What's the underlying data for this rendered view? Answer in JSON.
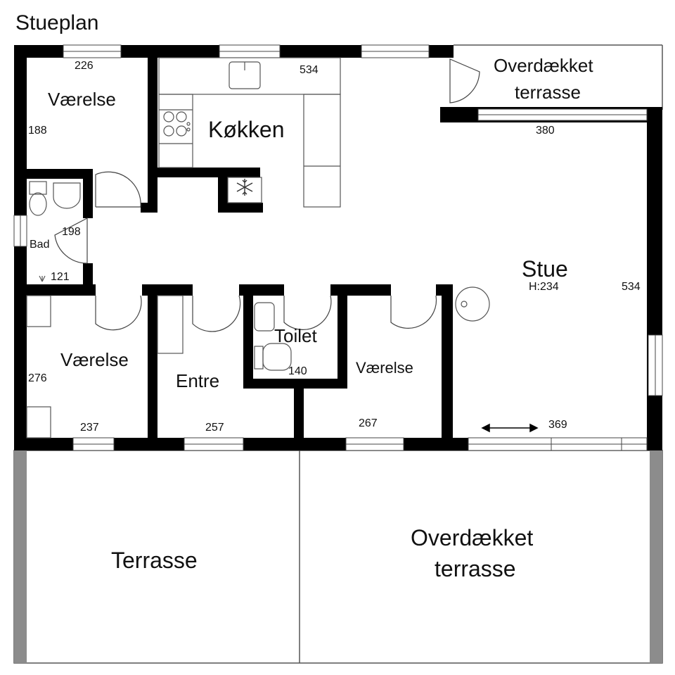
{
  "title": "Stueplan",
  "rooms": {
    "vaerelse_top": "Værelse",
    "kokken": "Køkken",
    "overdaekket_top_line1": "Overdækket",
    "overdaekket_top_line2": "terrasse",
    "bad": "Bad",
    "stue": "Stue",
    "stue_height": "H:234",
    "vaerelse_left": "Værelse",
    "entre": "Entre",
    "toilet": "Toilet",
    "vaerelse_mid": "Værelse",
    "terrasse": "Terrasse",
    "overdaekket_bottom_line1": "Overdækket",
    "overdaekket_bottom_line2": "terrasse"
  },
  "dimensions": {
    "vaerelse_top_width": "226",
    "vaerelse_top_depth": "188",
    "kitchen_width": "534",
    "terrace_top_width": "380",
    "bad_depth": "198",
    "bad_width": "121",
    "stue_depth": "534",
    "vaerelse_left_depth": "276",
    "toilet_width": "140",
    "vaerelse_left_width": "237",
    "entre_width": "257",
    "vaerelse_mid_width": "267",
    "stue_width": "369"
  }
}
